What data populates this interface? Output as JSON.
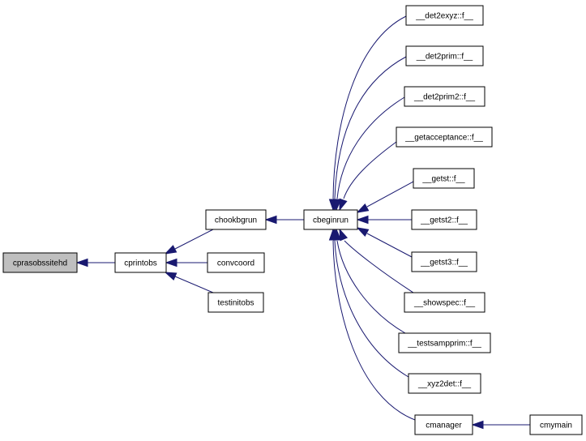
{
  "graph": {
    "root": "cprasobssitehd",
    "colors": {
      "edge": "#191970",
      "root_fill": "#bfbfbf",
      "node_fill": "#ffffff",
      "node_border": "#000000"
    },
    "nodes": {
      "cprasobssitehd": "cprasobssitehd",
      "cprintobs": "cprintobs",
      "chookbgrun": "chookbgrun",
      "convcoord": "convcoord",
      "testinitobs": "testinitobs",
      "cbeginrun": "cbeginrun",
      "det2exyz": "__det2exyz::f__",
      "det2prim": "__det2prim::f__",
      "det2prim2": "__det2prim2::f__",
      "getacceptance": "__getacceptance::f__",
      "getst": "__getst::f__",
      "getst2": "__getst2::f__",
      "getst3": "__getst3::f__",
      "showspec": "__showspec::f__",
      "testsampprim": "__testsampprim::f__",
      "xyz2det": "__xyz2det::f__",
      "cmanager": "cmanager",
      "cmymain": "cmymain"
    },
    "edges": [
      {
        "from": "cprintobs",
        "to": "cprasobssitehd"
      },
      {
        "from": "chookbgrun",
        "to": "cprintobs"
      },
      {
        "from": "convcoord",
        "to": "cprintobs"
      },
      {
        "from": "testinitobs",
        "to": "cprintobs"
      },
      {
        "from": "cbeginrun",
        "to": "chookbgrun"
      },
      {
        "from": "det2exyz",
        "to": "cbeginrun"
      },
      {
        "from": "det2prim",
        "to": "cbeginrun"
      },
      {
        "from": "det2prim2",
        "to": "cbeginrun"
      },
      {
        "from": "getacceptance",
        "to": "cbeginrun"
      },
      {
        "from": "getst",
        "to": "cbeginrun"
      },
      {
        "from": "getst2",
        "to": "cbeginrun"
      },
      {
        "from": "getst3",
        "to": "cbeginrun"
      },
      {
        "from": "showspec",
        "to": "cbeginrun"
      },
      {
        "from": "testsampprim",
        "to": "cbeginrun"
      },
      {
        "from": "xyz2det",
        "to": "cbeginrun"
      },
      {
        "from": "cmanager",
        "to": "cbeginrun"
      },
      {
        "from": "cmymain",
        "to": "cmanager"
      }
    ]
  }
}
